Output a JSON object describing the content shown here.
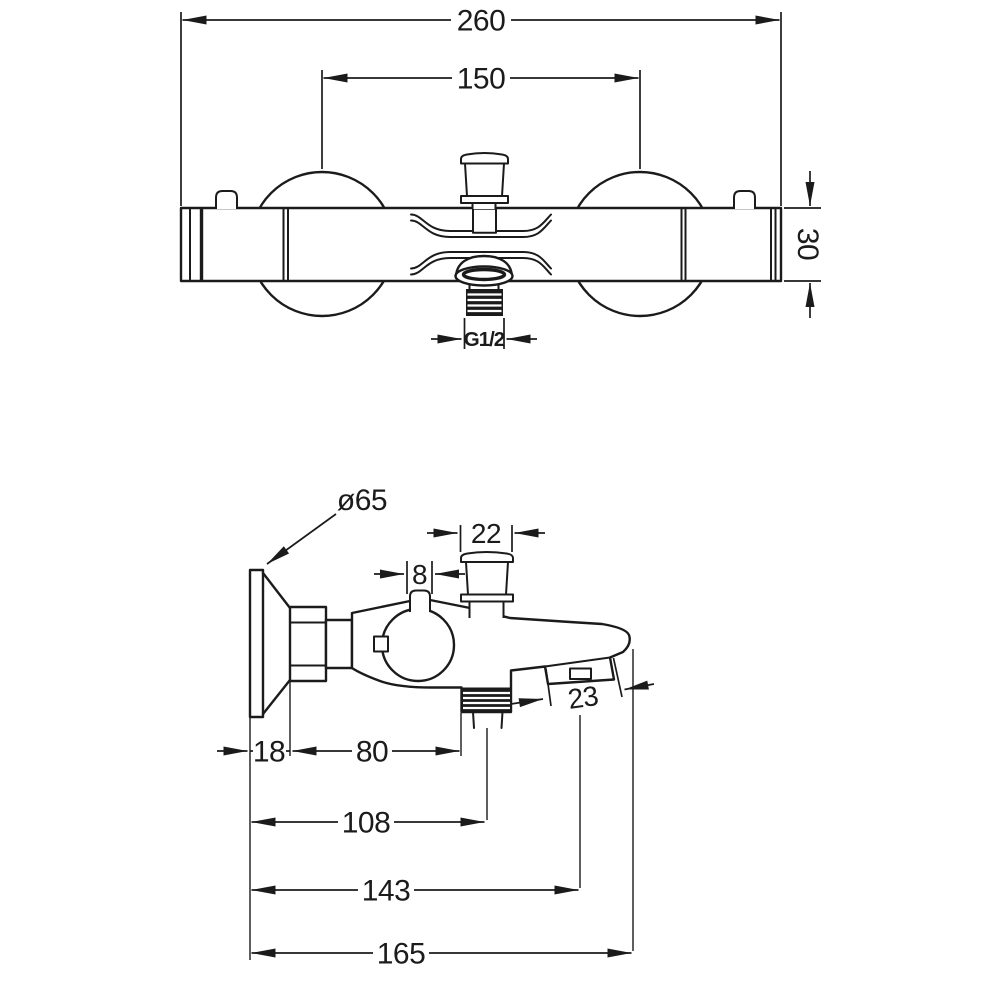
{
  "colors": {
    "background": "#ffffff",
    "line": "#1b1b1b"
  },
  "front_view": {
    "dimensions": {
      "overall_width": "260",
      "center_spacing": "150",
      "body_height": "30",
      "outlet_thread": "G1/2"
    }
  },
  "side_view": {
    "dimensions": {
      "escutcheon_diameter": "ø65",
      "diverter_knob_width": "22",
      "stem_width": "8",
      "aerator_width": "23",
      "escutcheon_depth": "18",
      "escutcheon_to_outlet": "80",
      "wall_to_outlet_center": "108",
      "wall_to_aerator_center": "143",
      "wall_to_spout_tip": "165"
    }
  }
}
